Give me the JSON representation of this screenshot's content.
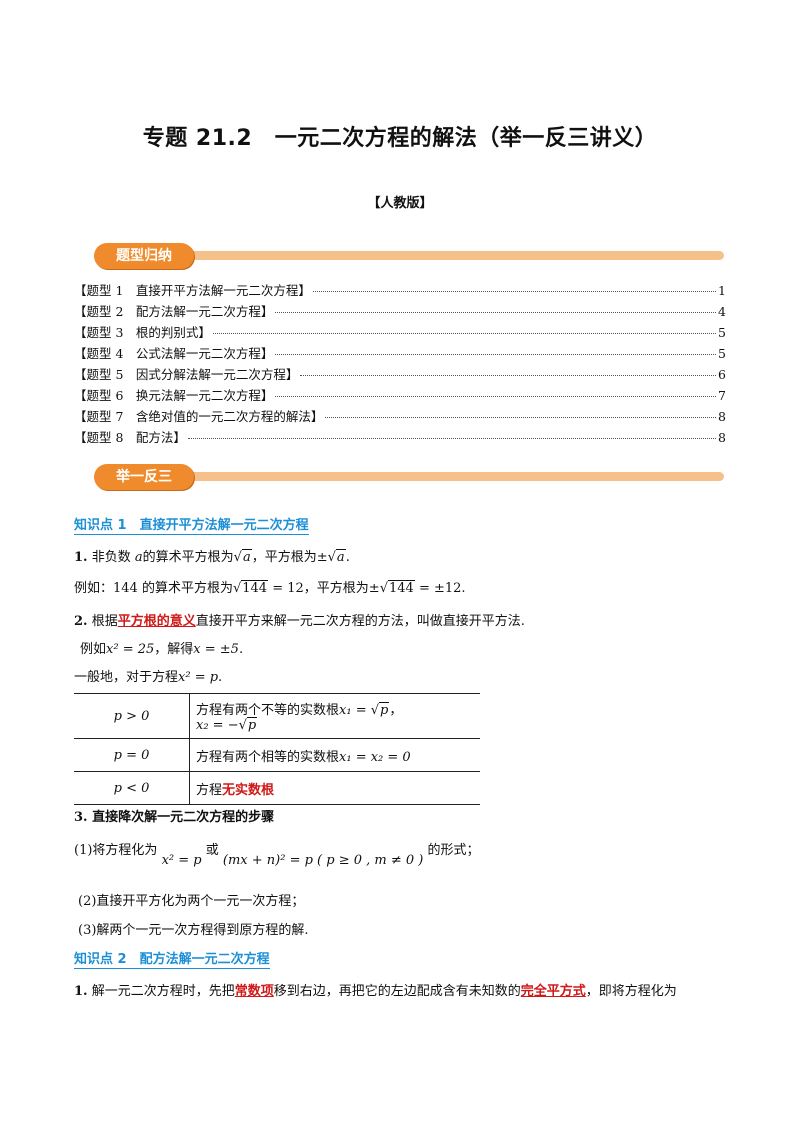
{
  "doc": {
    "title": "专题 21.2　一元二次方程的解法（举一反三讲义）",
    "edition": "【人教版】"
  },
  "banners": {
    "summary": "题型归纳",
    "examples": "举一反三"
  },
  "toc": [
    {
      "label": "【题型 1　直接开平方法解一元二次方程】",
      "page": "1"
    },
    {
      "label": "【题型 2　配方法解一元二次方程】",
      "page": "4"
    },
    {
      "label": "【题型 3　根的判别式】",
      "page": "5"
    },
    {
      "label": "【题型 4　公式法解一元二次方程】",
      "page": "5"
    },
    {
      "label": "【题型 5　因式分解法解一元二次方程】",
      "page": "6"
    },
    {
      "label": "【题型 6　换元法解一元二次方程】",
      "page": "7"
    },
    {
      "label": "【题型 7　含绝对值的一元二次方程的解法】",
      "page": "8"
    },
    {
      "label": "【题型 8　配方法】",
      "page": "8"
    }
  ],
  "kp1": {
    "heading": "知识点 1　直接开平方法解一元二次方程",
    "p1_num": "1.",
    "p1_a": "非负数",
    "p1_var": "a",
    "p1_b": "的算术平方根为",
    "p1_c": "，平方根为±",
    "p1_end": ".",
    "ex1_a": "例如：144 的算术平方根为",
    "ex1_rad": "144",
    "ex1_eq": " = 12",
    "ex1_b": "，平方根为±",
    "ex1_eq2": " = ±12",
    "ex1_end": ".",
    "p2_num": "2.",
    "p2_a": "根据",
    "p2_red": "平方根的意义",
    "p2_b": "直接开平方来解一元二次方程的方法，叫做直接开平方法.",
    "ex2_a": "例如",
    "ex2_eq": "x² = 25",
    "ex2_b": "，解得",
    "ex2_sol": "x = ±5",
    "ex2_end": ".",
    "gen_a": "一般地，对于方程",
    "gen_eq": "x² = p",
    "gen_end": ".",
    "table": [
      {
        "cond": "p > 0",
        "text1": "方程有两个不等的实数根",
        "eq1": "x₁ = ",
        "rad": "p",
        "tail1": "，",
        "eq2": "x₂ = −",
        "rad2": "p"
      },
      {
        "cond": "p = 0",
        "text1": "方程有两个相等的实数根",
        "eq1": "x₁ = x₂ = 0"
      },
      {
        "cond": "p < 0",
        "text1": "方程",
        "red": "无实数根"
      }
    ],
    "p3": "3. 直接降次解一元二次方程的步骤",
    "s1_a": "(1)将方程化为",
    "s1_eq1": "x² = p",
    "s1_or": "或",
    "s1_eq2": "(mx + n)² = p ( p ≥ 0 , m ≠ 0 )",
    "s1_b": "的形式；",
    "s2": "(2)直接开平方化为两个一元一次方程；",
    "s3": "(3)解两个一元一次方程得到原方程的解."
  },
  "kp2": {
    "heading": "知识点 2　配方法解一元二次方程",
    "p1_num": "1.",
    "p1_a": "解一元二次方程时，先把",
    "p1_red1": "常数项",
    "p1_b": "移到右边，再把它的左边配成含有未知数的",
    "p1_red2": "完全平方式",
    "p1_c": "，即将方程化为"
  }
}
